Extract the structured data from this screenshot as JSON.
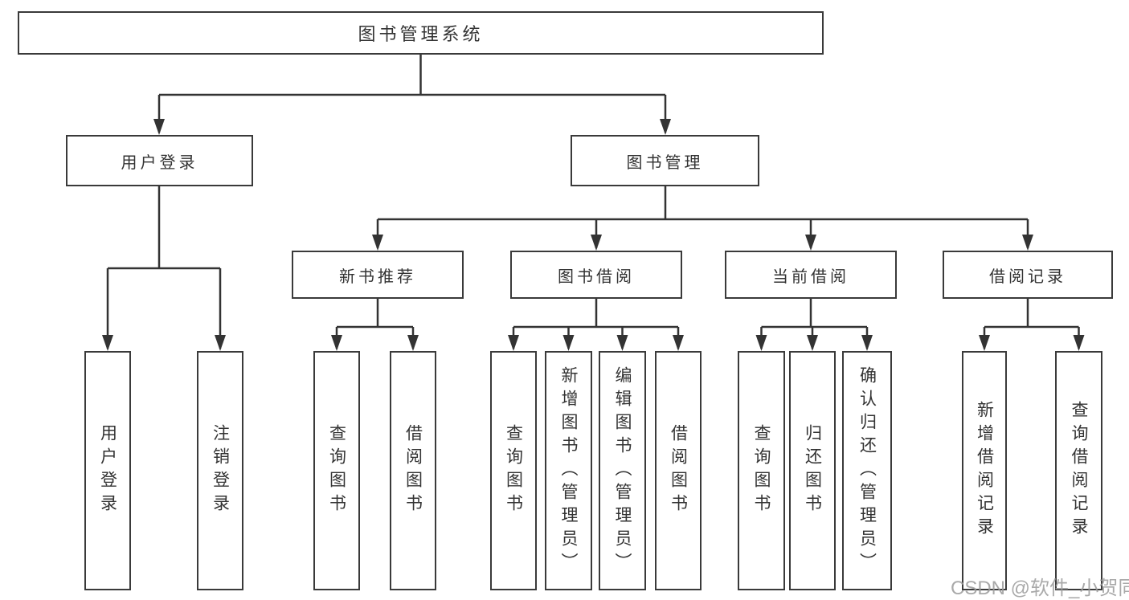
{
  "tree": {
    "label": "图书管理系统",
    "children": [
      {
        "label": "用户登录",
        "children": [
          {
            "label": "用户登录"
          },
          {
            "label": "注销登录"
          }
        ]
      },
      {
        "label": "图书管理",
        "children": [
          {
            "label": "新书推荐",
            "children": [
              {
                "label": "查询图书"
              },
              {
                "label": "借阅图书"
              }
            ]
          },
          {
            "label": "图书借阅",
            "children": [
              {
                "label": "查询图书"
              },
              {
                "label": "新增图书（管理员）"
              },
              {
                "label": "编辑图书（管理员）"
              },
              {
                "label": "借阅图书"
              }
            ]
          },
          {
            "label": "当前借阅",
            "children": [
              {
                "label": "查询图书"
              },
              {
                "label": "归还图书"
              },
              {
                "label": "确认归还（管理员）"
              }
            ]
          },
          {
            "label": "借阅记录",
            "children": [
              {
                "label": "新增借阅记录"
              },
              {
                "label": "查询借阅记录"
              }
            ]
          }
        ]
      }
    ]
  },
  "watermark": {
    "text": "CSDN @软件_小贺同学"
  },
  "colors": {
    "background": "#ffffff",
    "line": "#333333",
    "box_border": "#3a3a3a",
    "text": "#333333",
    "watermark": "#9b9b9b"
  }
}
